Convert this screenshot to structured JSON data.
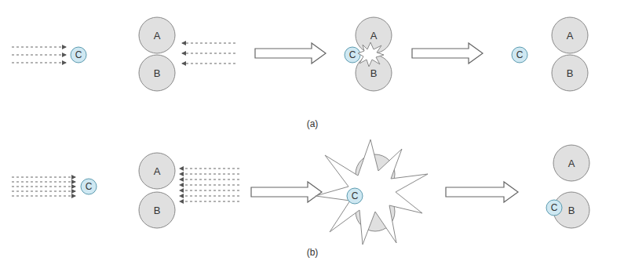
{
  "diagram": {
    "nodes": [
      {
        "text": [
          "C"
        ]
      },
      {
        "text": [
          "A"
        ]
      },
      {
        "text": [
          "B"
        ]
      },
      {
        "text": [
          "A"
        ]
      },
      {
        "text": [
          "B"
        ]
      },
      {
        "text": [
          "C"
        ]
      },
      {
        "text": [
          "C"
        ]
      },
      {
        "text": [
          "A"
        ]
      },
      {
        "text": [
          "B"
        ]
      },
      {
        "text": [
          "C"
        ]
      },
      {
        "text": [
          "A"
        ]
      },
      {
        "text": [
          "B"
        ]
      },
      {
        "text": [
          "C"
        ]
      },
      {
        "text": [
          "A"
        ]
      },
      {
        "text": [
          "B"
        ]
      },
      {
        "text": [
          "C"
        ]
      }
    ],
    "labels": [
      "(a)",
      "(b)"
    ]
  }
}
